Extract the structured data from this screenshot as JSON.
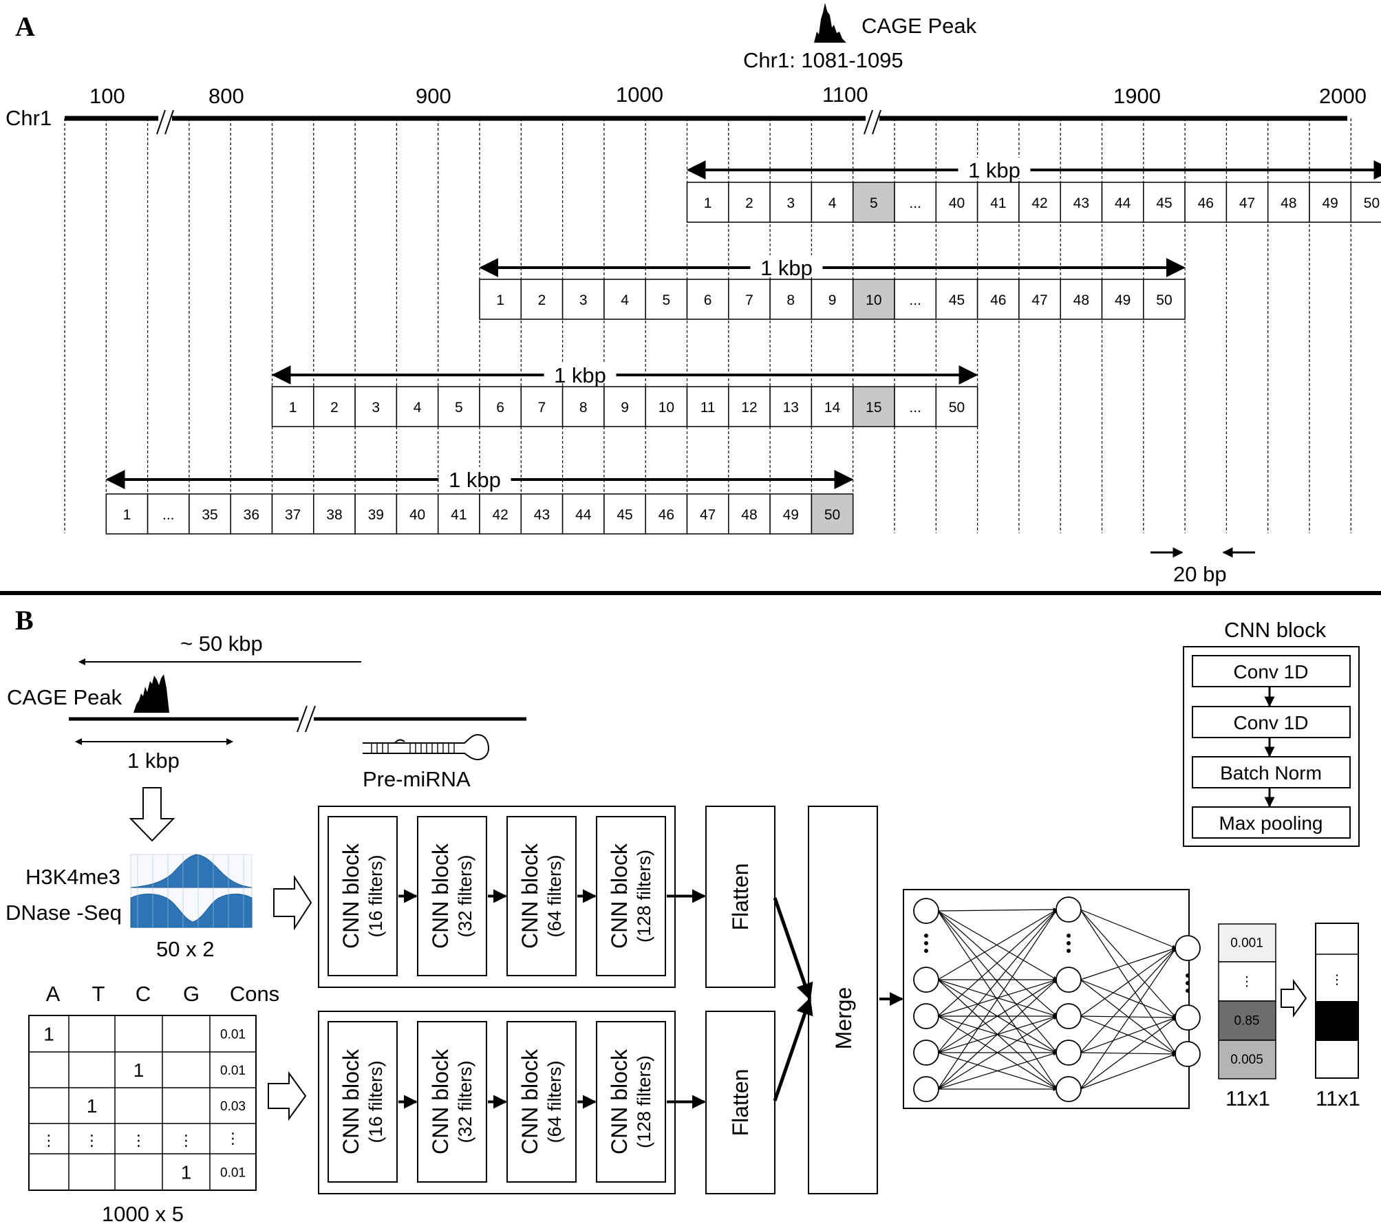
{
  "panel_a": {
    "letter": "A",
    "cage_label": "CAGE Peak",
    "cage_coord": "Chr1: 1081-1095",
    "chrom_label": "Chr1",
    "ticks": [
      "100",
      "800",
      "900",
      "1000",
      "1100",
      "1900",
      "2000"
    ],
    "windows": [
      {
        "span_label": "1 kbp",
        "cells": [
          "1",
          "2",
          "3",
          "4",
          "5",
          "...",
          "40",
          "41",
          "42",
          "43",
          "44",
          "45",
          "46",
          "47",
          "48",
          "49",
          "50"
        ],
        "highlight_index": 4
      },
      {
        "span_label": "1 kbp",
        "cells": [
          "1",
          "2",
          "3",
          "4",
          "5",
          "6",
          "7",
          "8",
          "9",
          "10",
          "...",
          "45",
          "46",
          "47",
          "48",
          "49",
          "50"
        ],
        "highlight_index": 9
      },
      {
        "span_label": "1 kbp",
        "cells": [
          "1",
          "2",
          "3",
          "4",
          "5",
          "6",
          "7",
          "8",
          "9",
          "10",
          "11",
          "12",
          "13",
          "14",
          "15",
          "...",
          "50"
        ],
        "highlight_index": 14
      },
      {
        "span_label": "1 kbp",
        "cells": [
          "1",
          "...",
          "35",
          "36",
          "37",
          "38",
          "39",
          "40",
          "41",
          "42",
          "43",
          "44",
          "45",
          "46",
          "47",
          "48",
          "49",
          "50"
        ],
        "highlight_index": 17
      }
    ],
    "bin_label": "20 bp"
  },
  "panel_b": {
    "letter": "B",
    "distance_label": "~ 50 kbp",
    "cage_label": "CAGE Peak",
    "window_label": "1 kbp",
    "mirna_label": "Pre-miRNA",
    "track_labels": [
      "H3K4me3",
      "DNase -Seq"
    ],
    "track_dim": "50 x 2",
    "matrix_headers": [
      "A",
      "T",
      "C",
      "G",
      "Cons"
    ],
    "matrix_rows": [
      [
        "1",
        "",
        "",
        "",
        "0.01"
      ],
      [
        "",
        "",
        "1",
        "",
        "0.01"
      ],
      [
        "",
        "1",
        "",
        "",
        "0.03"
      ],
      [
        "⋮",
        "⋮",
        "⋮",
        "⋮",
        "⋮"
      ],
      [
        "",
        "",
        "",
        "1",
        "0.01"
      ]
    ],
    "matrix_dim": "1000 x 5",
    "cnn_title": "CNN block",
    "cnn_sub": [
      "(16 filters)",
      "(32 filters)",
      "(64 filters)",
      "(128 filters)"
    ],
    "flatten_label": "Flatten",
    "merge_label": "Merge",
    "legend_title": "CNN block",
    "legend_items": [
      "Conv 1D",
      "Conv 1D",
      "Batch Norm",
      "Max pooling"
    ],
    "output_values": [
      "0.001",
      "⋮",
      "0.85",
      "0.005"
    ],
    "output_dim": "11x1",
    "final_dim": "11x1",
    "final_dots": "⋮"
  },
  "colors": {
    "line": "#000000",
    "highlight_cell": "#c8c8c8",
    "signal_blue": "#2e75b6",
    "out_light": "#f0f0f0",
    "out_dark": "#6e6e6e",
    "out_mid": "#b4b4b4"
  }
}
